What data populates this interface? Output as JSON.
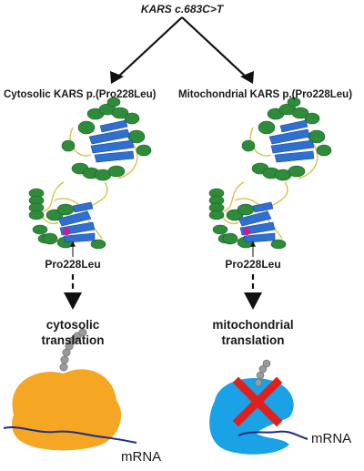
{
  "gene": {
    "label": "KARS c.683C>T"
  },
  "panels": [
    {
      "title": "Cytosolic KARS p.(Pro228Leu)",
      "mutation_label": "Pro228Leu",
      "process_line1": "cytosolic",
      "process_line2": "translation",
      "mrna_label": "mRNA",
      "ribosome_color": "#f5a623",
      "translation_blocked": false
    },
    {
      "title": "Mitochondrial KARS p.(Pro228Leu)",
      "mutation_label": "Pro228Leu",
      "process_line1": "mitochondrial",
      "process_line2": "translation",
      "mrna_label": "mRNA",
      "ribosome_color": "#19a2e6",
      "translation_blocked": true
    }
  ],
  "colors": {
    "helix": "#2e8b3a",
    "sheet": "#2f6fd0",
    "loop": "#d6c24a",
    "mutation_site": "#c0209a",
    "peptide": "#9a9a9a",
    "mrna": "#1f2d8a",
    "block_cross": "#e0201c",
    "arrow": "#111111"
  }
}
